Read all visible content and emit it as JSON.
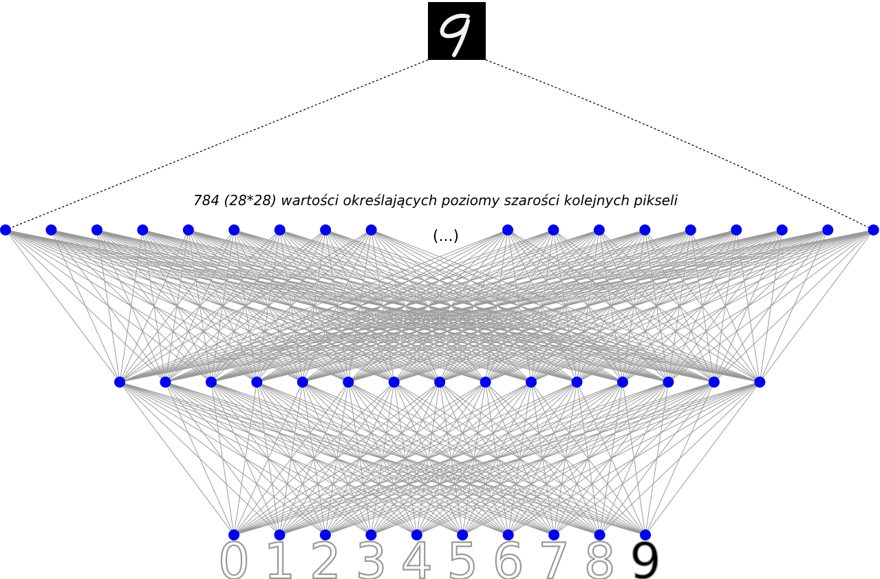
{
  "caption": "784 (28*28) wartości określających poziomy szarości kolejnych pikseli",
  "ellipsis": "(...)",
  "input_image": {
    "digit_shown": "9"
  },
  "layers": {
    "input_left_count": 9,
    "input_right_count": 9,
    "hidden_count": 15,
    "output_count": 10
  },
  "outputs": [
    "0",
    "1",
    "2",
    "3",
    "4",
    "5",
    "6",
    "7",
    "8",
    "9"
  ],
  "active_output": 9,
  "colors": {
    "node": "#0000ee",
    "edge": "#999999",
    "dashed": "#000000"
  }
}
